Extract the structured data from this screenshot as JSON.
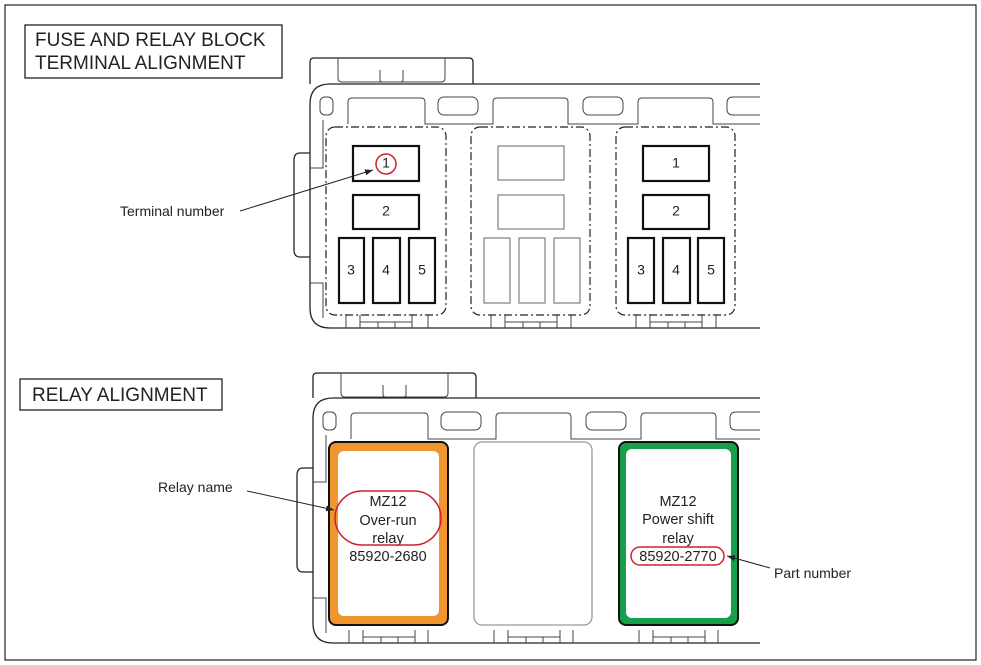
{
  "sections": {
    "terminal": {
      "title_line1": "FUSE AND RELAY BLOCK",
      "title_line2": "TERMINAL ALIGNMENT",
      "callout": "Terminal number",
      "left_relay_terminals": [
        "1",
        "2",
        "3",
        "4",
        "5"
      ],
      "right_relay_terminals": [
        "1",
        "2",
        "3",
        "4",
        "5"
      ]
    },
    "relay": {
      "title": "RELAY ALIGNMENT",
      "callout_name": "Relay name",
      "callout_part": "Part number",
      "left_relay": {
        "code": "MZ12",
        "name_line1": "Over-run",
        "name_line2": "relay",
        "part": "85920-2680",
        "color": "#F0962E"
      },
      "right_relay": {
        "code": "MZ12",
        "name_line1": "Power shift",
        "name_line2": "relay",
        "part": "85920-2770",
        "color": "#16A049"
      }
    }
  },
  "colors": {
    "highlight": "#D0202E"
  }
}
